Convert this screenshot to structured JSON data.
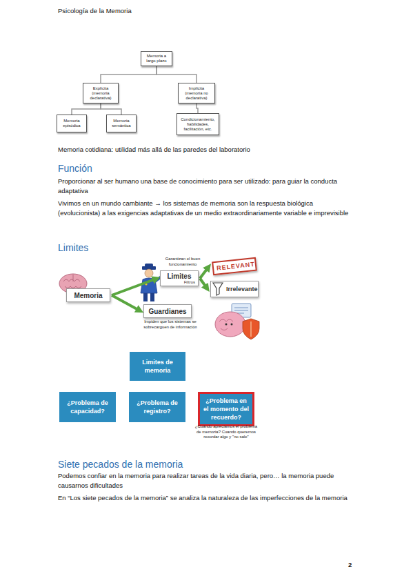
{
  "diagram": {
    "nodes": [
      {
        "text": [
          "Memoria a largo plazo"
        ]
      },
      {
        "text": [
          "Explícita (memoria declarativa)"
        ]
      },
      {
        "text": [
          "Implícita (memoria no declarativa)"
        ]
      },
      {
        "text": [
          "Memoria episódica"
        ]
      },
      {
        "text": [
          "Memoria semántica"
        ]
      },
      {
        "text": [
          "Condicionamiento, habilidades, facilitación, etc."
        ]
      },
      {
        "text": [
          "Memoria"
        ]
      },
      {
        "text": [
          "Limites",
          "Filtros"
        ]
      },
      {
        "text": [
          "RELEVANT"
        ]
      },
      {
        "text": [
          "Irrelevante"
        ]
      },
      {
        "text": [
          "Guardianes"
        ]
      },
      {
        "text": [
          "Limites de memoria"
        ]
      },
      {
        "text": [
          "¿Problema de capacidad?"
        ]
      },
      {
        "text": [
          "¿Problema de registro?"
        ]
      },
      {
        "text": [
          "¿Problema en el momento del recuerdo?"
        ]
      }
    ],
    "edges": [
      {
        "from": 0,
        "to": 1,
        "arrow": "none"
      },
      {
        "from": 0,
        "to": 2,
        "arrow": "none"
      },
      {
        "from": 1,
        "to": 3,
        "arrow": "none"
      },
      {
        "from": 1,
        "to": 4,
        "arrow": "none"
      },
      {
        "from": 2,
        "to": 5,
        "arrow": "none"
      },
      {
        "from": 6,
        "to": 7,
        "arrow": "to"
      },
      {
        "from": 6,
        "to": 10,
        "arrow": "to"
      },
      {
        "from": 7,
        "to": 8,
        "arrow": "to"
      },
      {
        "from": 7,
        "to": 9,
        "arrow": "to"
      }
    ],
    "labels": [
      "Psicología de la Memoria",
      "Memoria cotidiana: utilidad más allá de las paredes del laboratorio",
      "Función",
      "Proporcionar al ser humano una base de conocimiento para ser utilizado: para guiar la conducta adaptativa",
      "Vivimos en un mundo cambiante → los sistemas de memoria son la respuesta biológica (evolucionista) a las exigencias adaptativas de un medio extraordinariamente variable e imprevisible",
      "Limites",
      "Garantizan el buen funcionamiento",
      "Impiden que los sistemas se sobrecarguen de información",
      "¿Cuándo apreciamos el problema de memoria? Cuando queremos recordar algo y \"no sale\"",
      "Siete pecados de la memoria",
      "Podemos confiar en la memoria para realizar tareas de la vida diaria, pero… la memoria puede causarnos dificultades",
      "En “Los siete pecados de la memoria” se analiza la naturaleza de las imperfecciones de la memoria",
      "2"
    ]
  }
}
